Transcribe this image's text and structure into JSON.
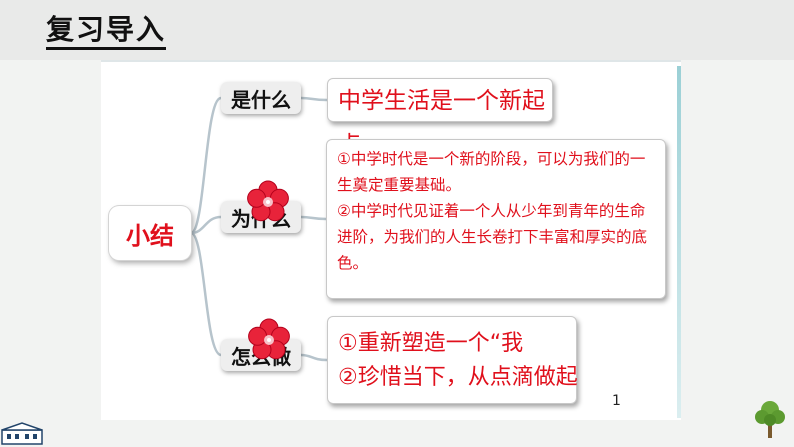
{
  "header": {
    "title": "复习导入"
  },
  "mindmap": {
    "center": "小结",
    "topics": [
      {
        "label": "是什么",
        "content": [
          "中学生活是一个新起点"
        ]
      },
      {
        "label": "为什么",
        "content": [
          "①中学时代是一个新的阶段，可以为我们的一生奠定重要基础。",
          "②中学时代见证着一个人从少年到青年的生命进阶，为我们的人生长卷打下丰富和厚实的底色。"
        ]
      },
      {
        "label": "怎么做",
        "content": [
          "①重新塑造一个“我",
          "②珍惜当下，从点滴做起"
        ]
      }
    ]
  },
  "slide": {
    "page_number": "1"
  },
  "colors": {
    "accent": "#e0101c",
    "flower": "#e8233a"
  },
  "icons": [
    "flower-icon",
    "tree-icon",
    "school-building-icon"
  ]
}
